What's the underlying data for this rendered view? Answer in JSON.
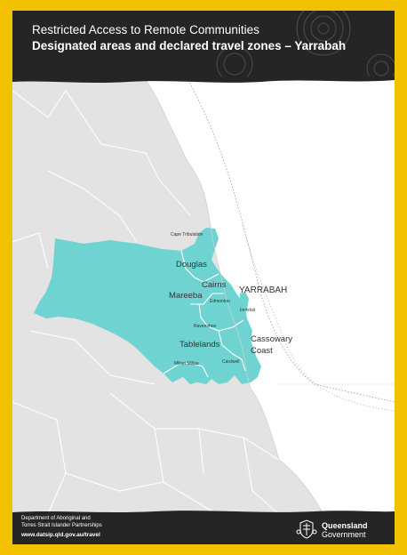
{
  "header": {
    "title_line1": "Restricted Access to Remote Communities",
    "title_line2": "Designated areas and declared travel zones – Yarrabah"
  },
  "map_labels": {
    "cape_tribulation": "Cape Tribulation",
    "douglas": "Douglas",
    "cairns": "Cairns",
    "mareeba": "Mareeba",
    "edmonton": "Edmonton",
    "yarrabah": "YARRABAH",
    "innisfail": "Innisfail",
    "ravenshoe": "Ravenshoe",
    "tablelands": "Tablelands",
    "cassowary": "Cassowary",
    "coast": "Coast",
    "millaa_millaa": "Millaa Millaa",
    "cardwell": "Cardwell"
  },
  "footer": {
    "dept_line1": "Department of Aboriginal and",
    "dept_line2": "Torres Strait Islander Partnerships",
    "url": "www.datsip.qld.gov.au/travel",
    "gov_name": "Queensland",
    "gov_sub": "Government"
  },
  "colors": {
    "border": "#f2c200",
    "header_bg": "#252525",
    "land": "#e3e3e3",
    "sea": "#ffffff",
    "zone": "#6fd3d2"
  }
}
